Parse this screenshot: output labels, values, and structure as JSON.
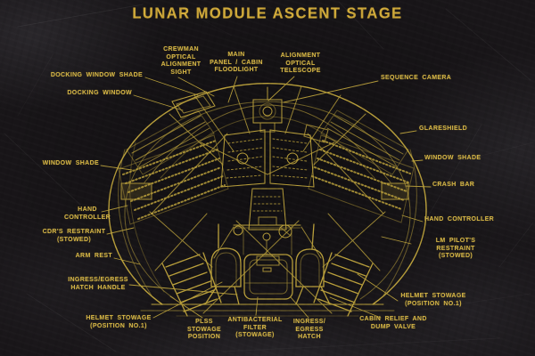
{
  "title": "LUNAR MODULE ASCENT STAGE",
  "art": {
    "ink_color": "#c9ad3f",
    "label_color": "#d6b645",
    "title_color": "#d2ab3a",
    "background_color": "#191619"
  },
  "labels": {
    "docking_window_shade": "DOCKING WINDOW SHADE",
    "docking_window": "DOCKING WINDOW",
    "crewman_optical_alignment_sight": "CREWMAN\nOPTICAL\nALIGNMENT\nSIGHT",
    "main_panel_cabin_floodlight": "MAIN\nPANEL / CABIN\nFLOODLIGHT",
    "alignment_optical_telescope": "ALIGNMENT\nOPTICAL\nTELESCOPE",
    "sequence_camera": "SEQUENCE CAMERA",
    "glareshield": "GLARESHIELD",
    "window_shade_right": "WINDOW SHADE",
    "crash_bar": "CRASH BAR",
    "hand_controller_right": "HAND CONTROLLER",
    "lm_pilots_restraint_stowed": "LM PILOT'S RESTRAINT\n(STOWED)",
    "helmet_stowage_right": "HELMET STOWAGE\n(POSITION NO.1)",
    "cabin_relief_and_dump_valve": "CABIN RELIEF AND\nDUMP VALVE",
    "ingress_egress_hatch": "INGRESS/\nEGRESS\nHATCH",
    "antibacterial_filter_stowage": "ANTIBACTERIAL\nFILTER\n(STOWAGE)",
    "plss_stowage_position": "PLSS\nSTOWAGE\nPOSITION",
    "helmet_stowage_left": "HELMET STOWAGE\n(POSITION NO.1)",
    "ingress_egress_hatch_handle": "INGRESS/EGRESS\nHATCH HANDLE",
    "arm_rest": "ARM REST",
    "cdrs_restraint_stowed": "CDR'S RESTRAINT\n(STOWED)",
    "hand_controller_left": "HAND\nCONTROLLER",
    "window_shade_left": "WINDOW SHADE"
  }
}
